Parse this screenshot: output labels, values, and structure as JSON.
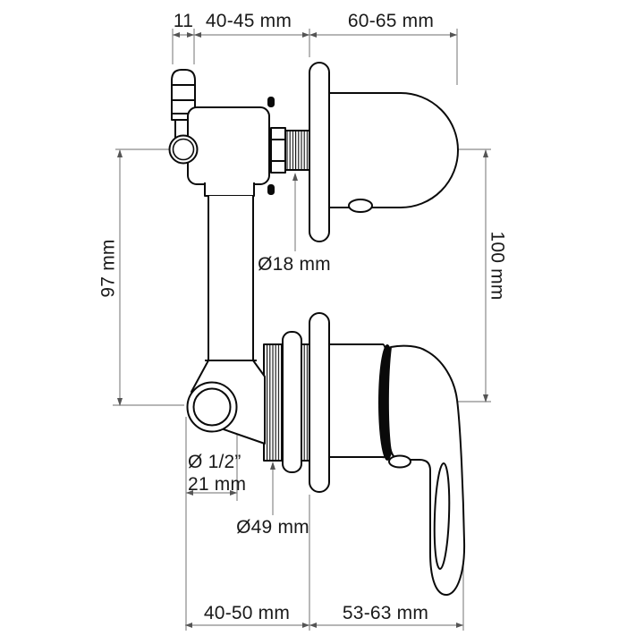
{
  "drawing": {
    "title": "concealed shower mixer dimensional drawing",
    "top_dims": {
      "hose_stub": "11",
      "body_depth": "40-45 mm",
      "cover_depth": "60-65 mm"
    },
    "left_dim": "97 mm",
    "right_dim": "100 mm",
    "upper_thread_dim": "Ø18 mm",
    "outlet_inch_dim": "Ø 1/2”",
    "outlet_mm_dim": "21 mm",
    "lower_thread_dim": "Ø49 mm",
    "bottom_dims": {
      "valve_depth": "40-50 mm",
      "handle_depth": "53-63 mm"
    },
    "colors": {
      "outline": "#0a0a0a",
      "dimension_line": "#8a8a8a",
      "arrow": "#555555",
      "background": "#ffffff"
    }
  }
}
